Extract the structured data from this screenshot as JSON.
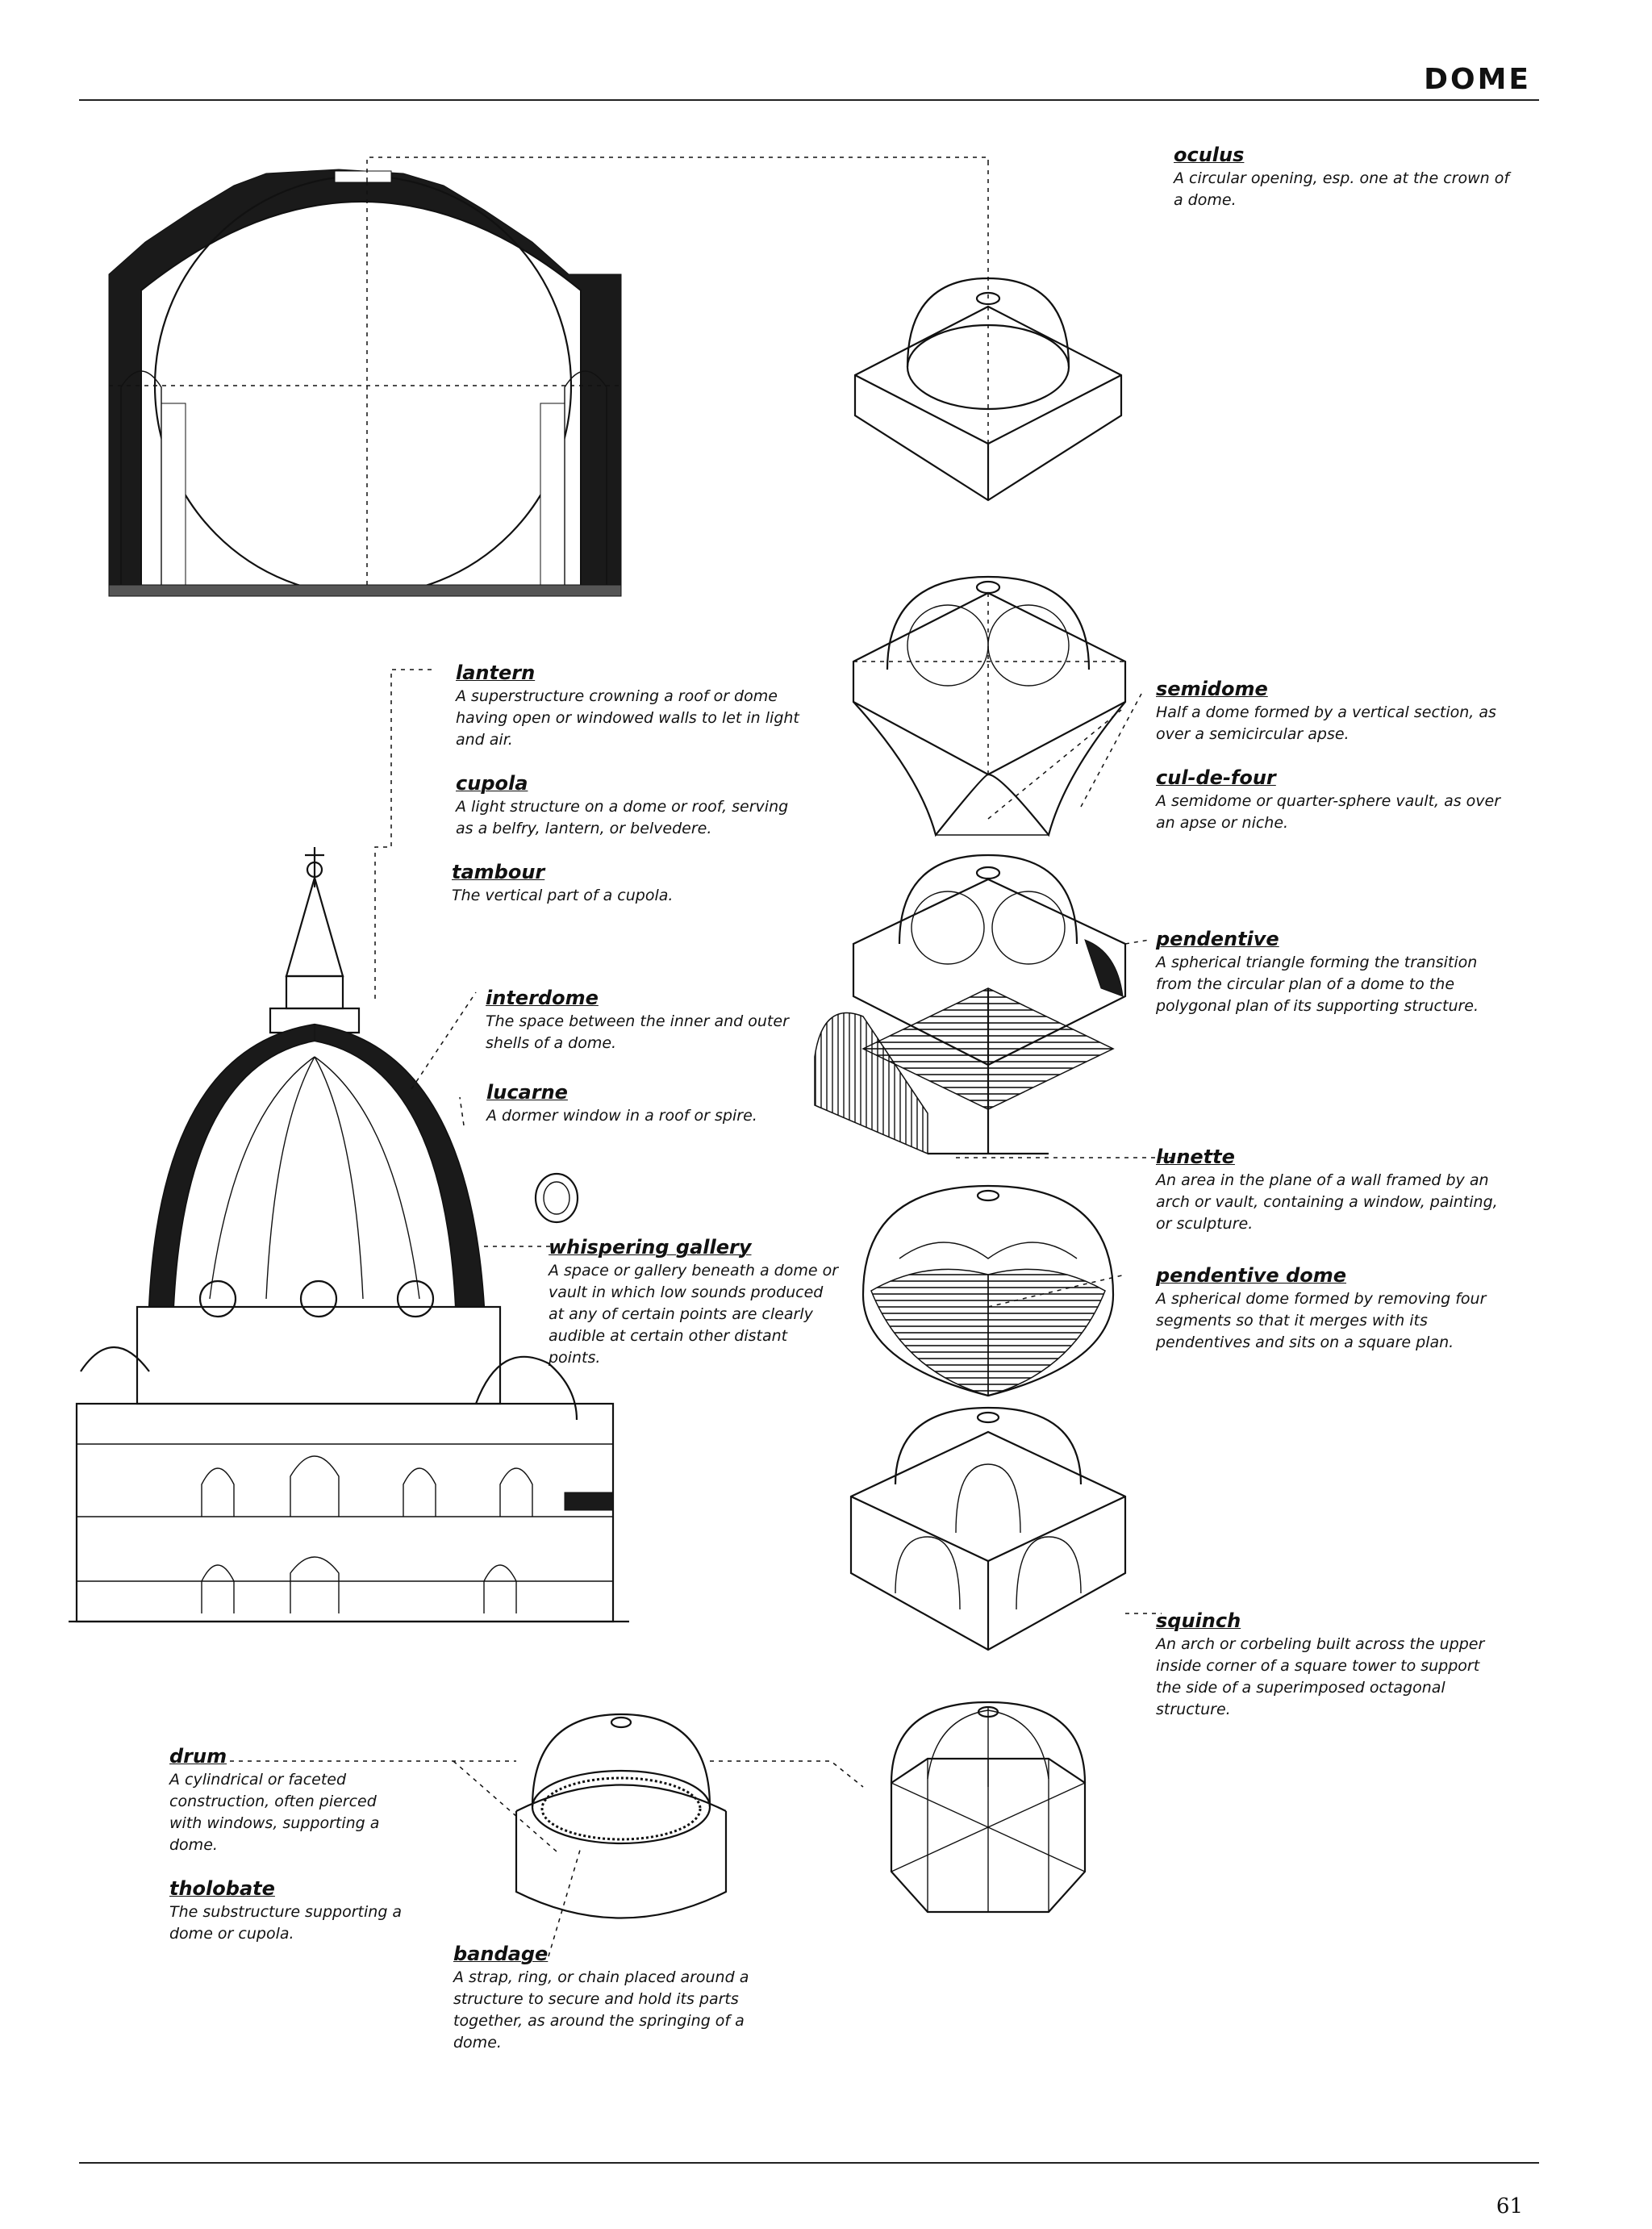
{
  "header": {
    "title": "DOME"
  },
  "footer": {
    "page_number": "61"
  },
  "terms": {
    "oculus": {
      "term": "oculus",
      "definition": "A circular opening, esp. one at the crown of a dome."
    },
    "lantern": {
      "term": "lantern",
      "definition": "A superstructure crowning a roof or dome having open or windowed walls to let in light and air."
    },
    "cupola": {
      "term": "cupola",
      "definition": "A light structure on a dome or roof, serving as a belfry, lantern, or belvedere."
    },
    "tambour": {
      "term": "tambour",
      "definition": "The vertical part of a cupola."
    },
    "interdome": {
      "term": "interdome",
      "definition": "The space between the inner and outer shells of a dome."
    },
    "lucarne": {
      "term": "lucarne",
      "definition": "A dormer window in a roof or spire."
    },
    "whispering_gallery": {
      "term": "whispering gallery",
      "definition": "A space or gallery beneath a dome or vault in which low sounds produced at any of certain points are clearly audible at certain other distant points."
    },
    "semidome": {
      "term": "semidome",
      "definition": "Half a dome formed by a vertical section, as over a semicircular apse."
    },
    "cul_de_four": {
      "term": "cul-de-four",
      "definition": "A semidome or quarter-sphere vault, as over an apse or niche."
    },
    "pendentive": {
      "term": "pendentive",
      "definition": "A spherical triangle forming the transition from the circular plan of a dome to the polygonal plan of its supporting structure."
    },
    "lunette": {
      "term": "lunette",
      "definition": "An area in the plane of a wall framed by an arch or vault, containing a window, painting, or sculpture."
    },
    "pendentive_dome": {
      "term": "pendentive dome",
      "definition": "A spherical dome formed by removing four segments so that it merges with its pendentives and sits on a square plan."
    },
    "squinch": {
      "term": "squinch",
      "definition": "An arch or corbeling built across the upper inside corner of a square tower to support the side of a superimposed octagonal structure."
    },
    "drum": {
      "term": "drum",
      "definition": "A cylindrical or faceted construction, often pierced with windows, supporting a dome."
    },
    "tholobate": {
      "term": "tholobate",
      "definition": "The substructure supporting a dome or cupola."
    },
    "bandage": {
      "term": "bandage",
      "definition": "A strap, ring, or chain placed around a structure to secure and hold its parts together, as around the springing of a dome."
    }
  }
}
